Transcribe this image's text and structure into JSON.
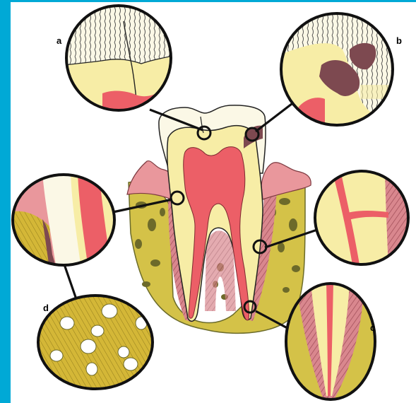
{
  "labels": {
    "a": "a",
    "b": "b",
    "c": "c",
    "d": "d"
  },
  "colors": {
    "accent_bar": "#00a9d6",
    "enamel": "#fbf8e6",
    "dentin": "#f7eda6",
    "pulp": "#ec5f67",
    "gingiva": "#e9979c",
    "bone": "#d4c248",
    "bone_dark": "#6d6a2a",
    "ligament": "#b9646f",
    "caries": "#7d4950",
    "outline": "#111111"
  }
}
